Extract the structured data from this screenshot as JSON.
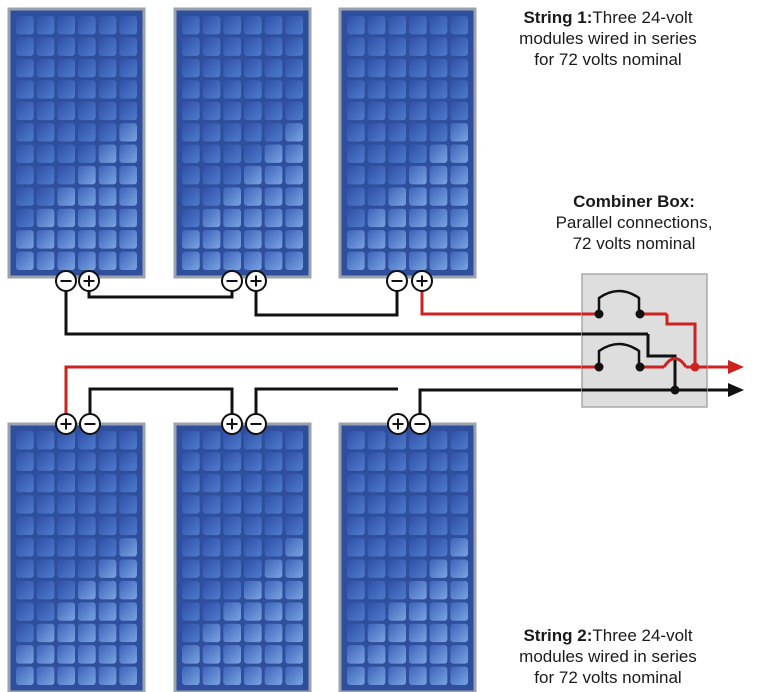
{
  "labels": {
    "string1_title": "String 1:",
    "string1_line1": "Three 24-volt",
    "string1_line2": "modules wired in series",
    "string1_line3": "for 72 volts nominal",
    "combiner_title": "Combiner Box:",
    "combiner_line1": "Parallel connections,",
    "combiner_line2": "72 volts nominal",
    "string2_title": "String 2:",
    "string2_line1": "Three 24-volt",
    "string2_line2": "modules wired in series",
    "string2_line3": "for 72 volts nominal"
  },
  "colors": {
    "panel_frame": "#9aa2ad",
    "panel_bg": "#2f4e9c",
    "cell_dark": "#3b5cb4",
    "cell_light": "#6a93d8",
    "wire_black": "#111111",
    "wire_red": "#cc2222",
    "combiner_box": "#dcdcdc"
  }
}
